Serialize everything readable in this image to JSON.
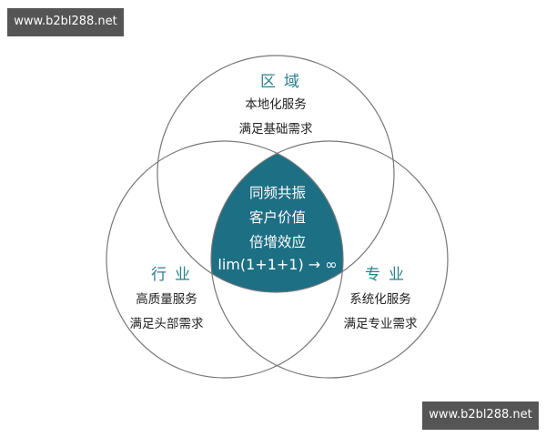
{
  "watermarks": {
    "top_left": "www.b2bl288.net",
    "bottom_right": "www.b2bl288.net"
  },
  "colors": {
    "accent": "#1d6f84",
    "title": "#2a7f8c",
    "circle_stroke": "#777777",
    "watermark_bg": "#555555"
  },
  "circles": {
    "top": {
      "title": "区域",
      "lines": [
        "本地化服务",
        "满足基础需求"
      ]
    },
    "left": {
      "title": "行业",
      "lines": [
        "高质量服务",
        "满足头部需求"
      ]
    },
    "right": {
      "title": "专业",
      "lines": [
        "系统化服务",
        "满足专业需求"
      ]
    }
  },
  "intersection": {
    "lines": [
      "同频共振",
      "客户价值",
      "倍增效应",
      "lim(1+1+1) → ∞"
    ]
  }
}
